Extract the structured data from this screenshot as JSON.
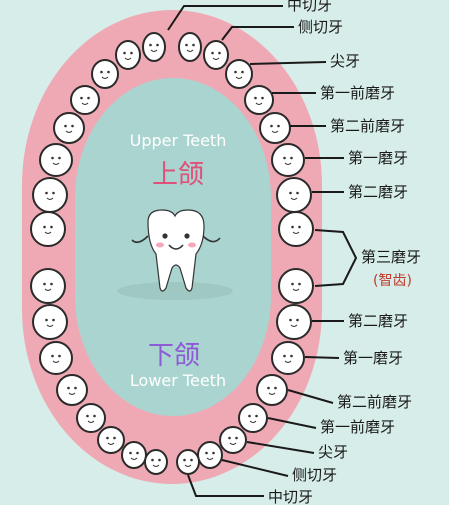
{
  "upper": {
    "title_en": "Upper Teeth",
    "title_zh": "上颌",
    "labels": [
      "中切牙",
      "侧切牙",
      "尖牙",
      "第一前磨牙",
      "第二前磨牙",
      "第一磨牙",
      "第二磨牙"
    ]
  },
  "third_molar": {
    "label": "第三磨牙",
    "sublabel": "(智齿)"
  },
  "lower": {
    "title_en": "Lower Teeth",
    "title_zh": "下颌",
    "labels": [
      "第二磨牙",
      "第一磨牙",
      "第二前磨牙",
      "第一前磨牙",
      "尖牙",
      "侧切牙",
      "中切牙"
    ]
  },
  "colors": {
    "background": "#d7ede9",
    "gum": "#efa9b4",
    "inner": "#a9d4d0",
    "tooth": "#ffffff",
    "line": "#1a1a1a",
    "upper_title": "#e0507a",
    "lower_title": "#8e5bd6",
    "wisdom": "#c0392b"
  }
}
